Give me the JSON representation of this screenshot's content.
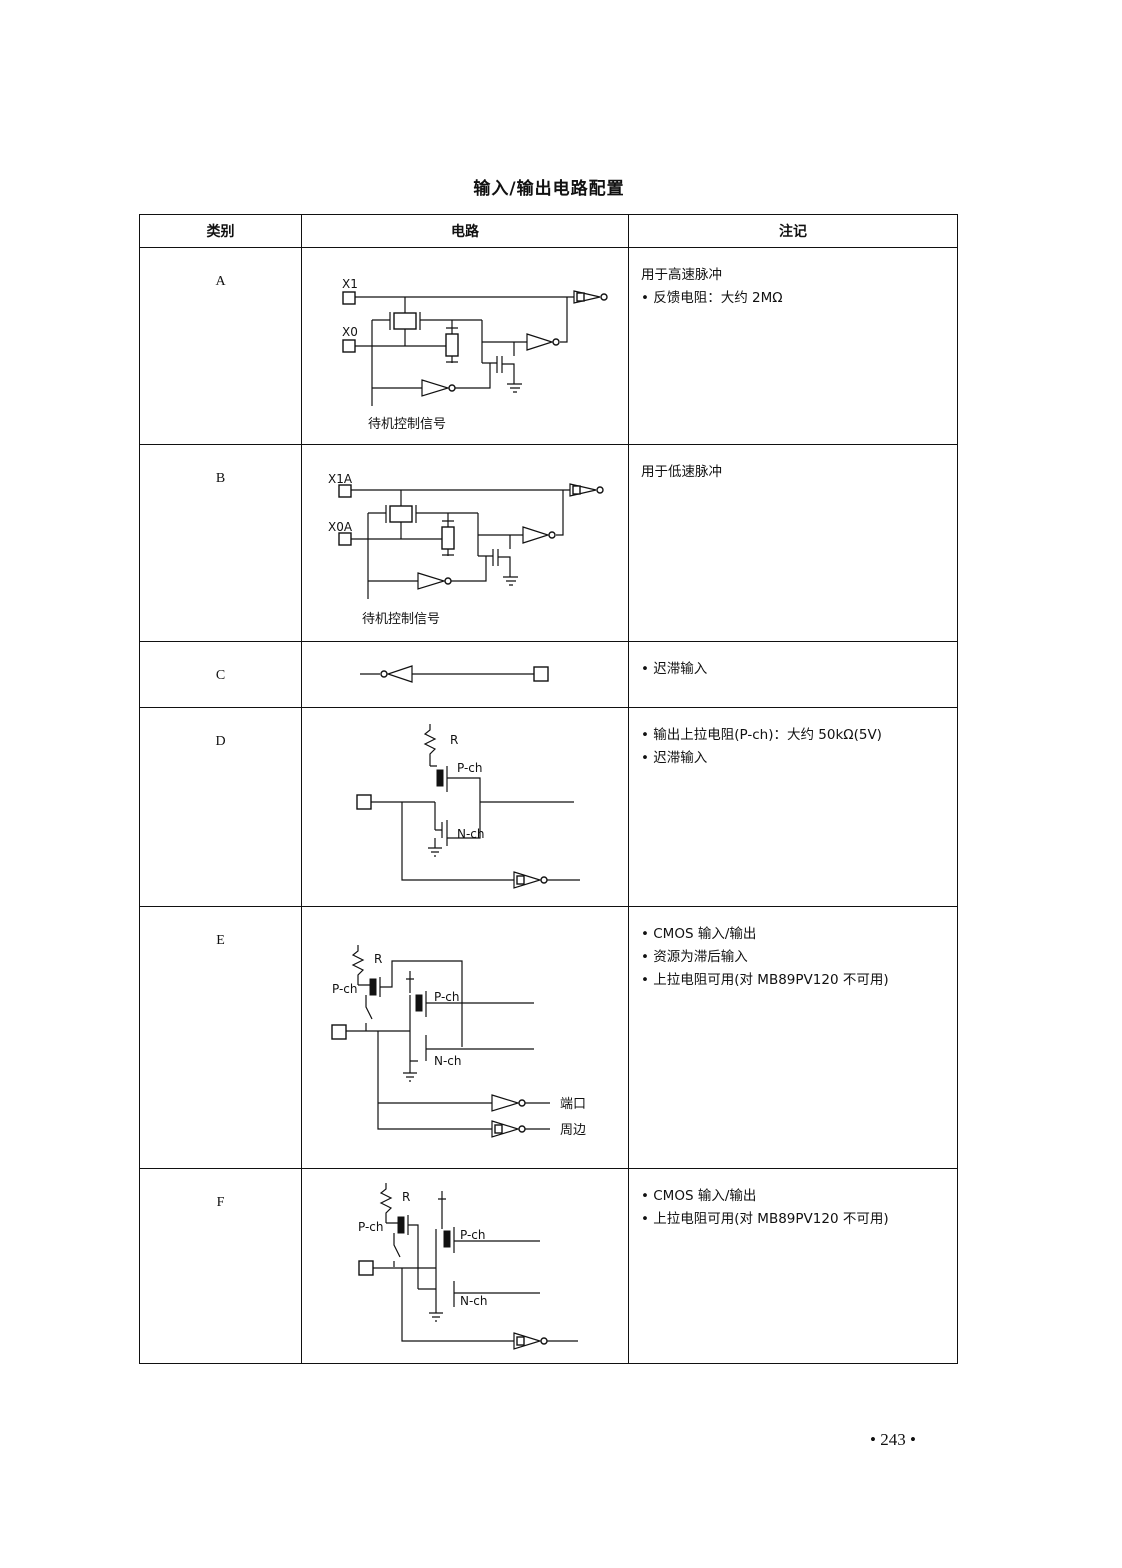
{
  "title": "输入/输出电路配置",
  "table": {
    "headers": {
      "category": "类别",
      "circuit": "电路",
      "notes": "注记"
    },
    "rows": [
      {
        "category": "A",
        "circuit": {
          "pin1": "X1",
          "pin2": "X0",
          "caption": "待机控制信号"
        },
        "notes": [
          "用于高速脉冲",
          "• 反馈电阻：大约 2MΩ"
        ]
      },
      {
        "category": "B",
        "circuit": {
          "pin1": "X1A",
          "pin2": "X0A",
          "caption": "待机控制信号"
        },
        "notes": [
          "用于低速脉冲"
        ]
      },
      {
        "category": "C",
        "circuit": {},
        "notes": [
          "• 迟滞输入"
        ]
      },
      {
        "category": "D",
        "circuit": {
          "r": "R",
          "pch": "P-ch",
          "nch": "N-ch"
        },
        "notes": [
          "• 输出上拉电阻(P-ch)：大约 50kΩ(5V)",
          "• 迟滞输入"
        ]
      },
      {
        "category": "E",
        "circuit": {
          "r": "R",
          "pch_pullup": "P-ch",
          "pch": "P-ch",
          "nch": "N-ch",
          "out1": "端口",
          "out2": "周边"
        },
        "notes": [
          "• CMOS 输入/输出",
          "• 资源为滞后输入",
          "• 上拉电阻可用(对 MB89PV120 不可用)"
        ]
      },
      {
        "category": "F",
        "circuit": {
          "r": "R",
          "pch_pullup": "P-ch",
          "pch": "P-ch",
          "nch": "N-ch"
        },
        "notes": [
          "• CMOS 输入/输出",
          "• 上拉电阻可用(对 MB89PV120 不可用)"
        ]
      }
    ]
  },
  "page_number": "• 243 •"
}
